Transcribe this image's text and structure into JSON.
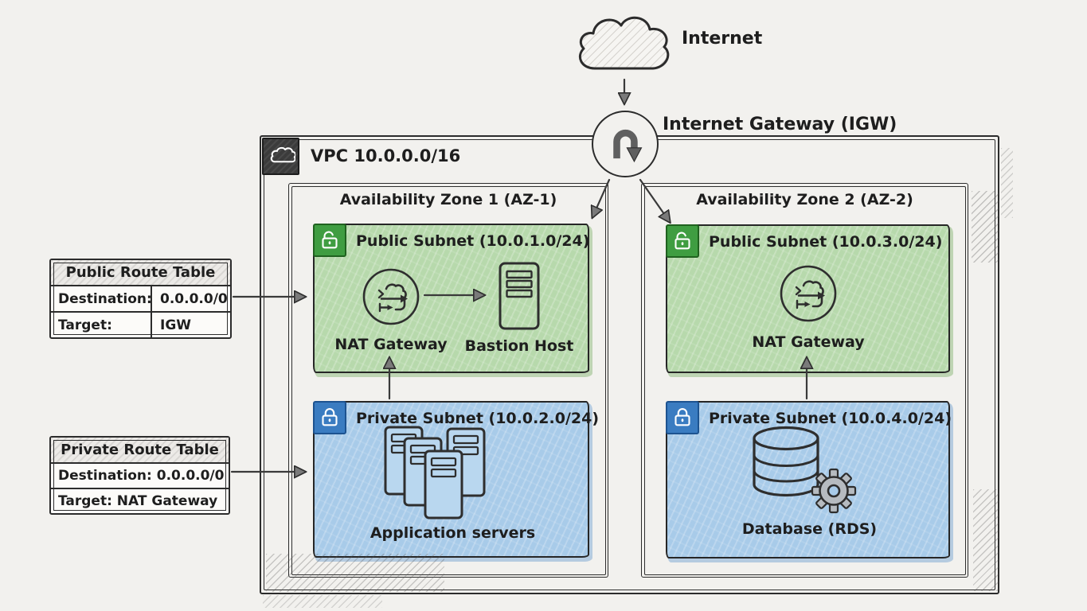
{
  "top": {
    "internet_label": "Internet",
    "igw_label": "Internet Gateway (IGW)"
  },
  "vpc": {
    "label": "VPC 10.0.0.0/16",
    "az1": {
      "label": "Availability Zone 1 (AZ-1)",
      "public_subnet": {
        "title": "Public Subnet (10.0.1.0/24)",
        "nat_label": "NAT Gateway",
        "bastion_label": "Bastion Host"
      },
      "private_subnet": {
        "title": "Private Subnet (10.0.2.0/24)",
        "servers_label": "Application servers"
      }
    },
    "az2": {
      "label": "Availability Zone 2 (AZ-2)",
      "public_subnet": {
        "title": "Public Subnet (10.0.3.0/24)",
        "nat_label": "NAT Gateway"
      },
      "private_subnet": {
        "title": "Private Subnet (10.0.4.0/24)",
        "db_label": "Database (RDS)"
      }
    }
  },
  "route_tables": {
    "public": {
      "title": "Public Route Table",
      "rows": [
        {
          "label": "Destination:",
          "value": "0.0.0.0/0"
        },
        {
          "label": "Target:",
          "value": "IGW"
        }
      ]
    },
    "private": {
      "title": "Private Route Table",
      "rows": [
        {
          "text": "Destination: 0.0.0.0/0"
        },
        {
          "text": "Target: NAT Gateway"
        }
      ]
    }
  },
  "icons": {
    "internet": "cloud-icon",
    "igw": "u-turn-arrow-icon",
    "vpc": "dark-cloud-icon",
    "public_subnet": "unlocked-padlock-icon",
    "private_subnet": "locked-padlock-icon",
    "nat_gateway": "nat-gateway-circle-icon",
    "bastion": "server-icon",
    "app_servers": "server-stack-icon",
    "database": "database-gear-icon"
  },
  "colors": {
    "background": "#f2f1ee",
    "ink": "#2c2c2c",
    "public_subnet_fill": "#b7d9ac",
    "public_lock": "#3f9d41",
    "private_subnet_fill": "#a8cbe9",
    "private_lock": "#3a7cc1",
    "route_table_fill": "#fcfbf9"
  }
}
